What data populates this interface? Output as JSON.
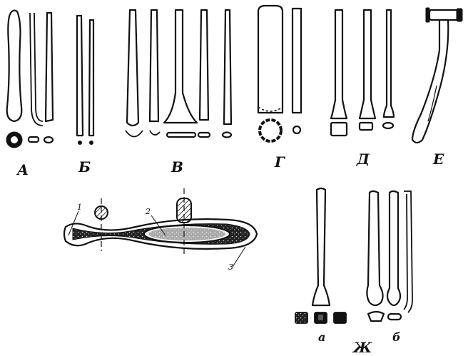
{
  "figure": {
    "labels": {
      "A": "А",
      "B": "Б",
      "V": "В",
      "G": "Г",
      "D": "Д",
      "E": "Е",
      "Zh": "Ж",
      "a": "а",
      "b": "б"
    },
    "callouts": {
      "one": "1",
      "two": "2",
      "three": "3"
    },
    "colors": {
      "ink": "#111111",
      "paper": "#ffffff"
    }
  }
}
